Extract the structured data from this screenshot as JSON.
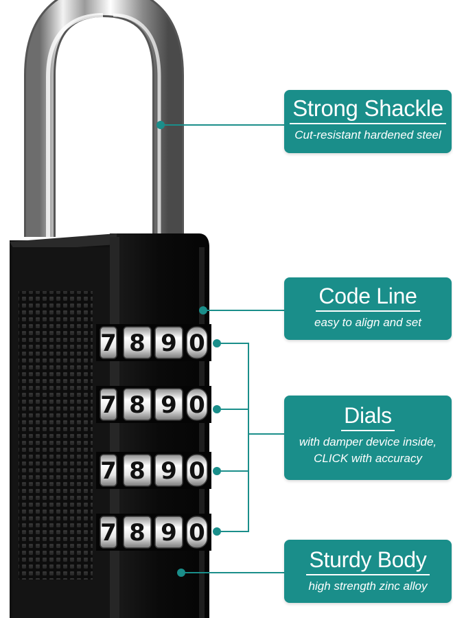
{
  "callouts": {
    "shackle": {
      "title": "Strong Shackle",
      "subtitle": "Cut-resistant hardened steel"
    },
    "code_line": {
      "title": "Code Line",
      "subtitle": "easy to align and set"
    },
    "dials": {
      "title": "Dials",
      "subtitle_line1": "with damper device inside,",
      "subtitle_line2": "CLICK with accuracy"
    },
    "body": {
      "title": "Sturdy Body",
      "subtitle": "high strength zinc alloy"
    }
  },
  "dial_digits": [
    "7",
    "8",
    "9",
    "0"
  ],
  "colors": {
    "accent_teal": "#1a8e8a",
    "lock_body": "#0e0e0e",
    "dial_silver": "#d9d9d9"
  }
}
